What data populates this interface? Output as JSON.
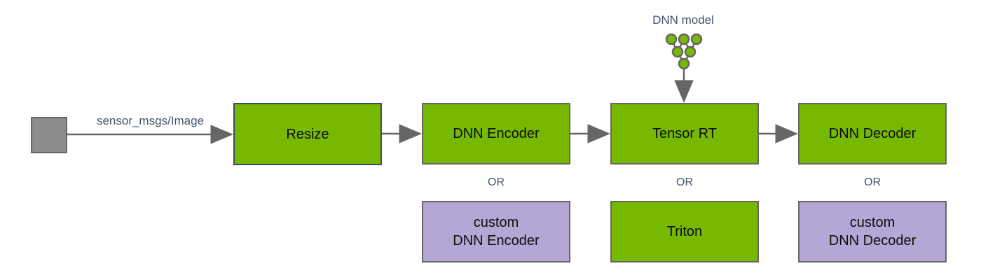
{
  "labels": {
    "dnn_model": "DNN model",
    "input_topic": "sensor_msgs/Image",
    "or": "OR"
  },
  "boxes": {
    "resize": {
      "label": "Resize"
    },
    "dnn_encoder": {
      "label": "DNN Encoder"
    },
    "tensor_rt": {
      "label": "Tensor RT"
    },
    "dnn_decoder": {
      "label": "DNN Decoder"
    },
    "custom_dnn_encoder": {
      "line1": "custom",
      "line2": "DNN Encoder"
    },
    "triton": {
      "label": "Triton"
    },
    "custom_dnn_decoder": {
      "line1": "custom",
      "line2": "DNN Decoder"
    }
  },
  "icons": {
    "input_square": "gray-square",
    "dnn_model_icon": "neural-network-icon",
    "arrow": "right-arrow"
  },
  "colors": {
    "node_green": "#76b900",
    "alt_purple": "#b4a7d6",
    "input_gray": "#8c8c8c",
    "border_gray": "#666666",
    "resize_border_dark": "#3e4d63",
    "connector": "#666666",
    "label_text": "#44546a",
    "box_text": "#0d0d0d"
  }
}
